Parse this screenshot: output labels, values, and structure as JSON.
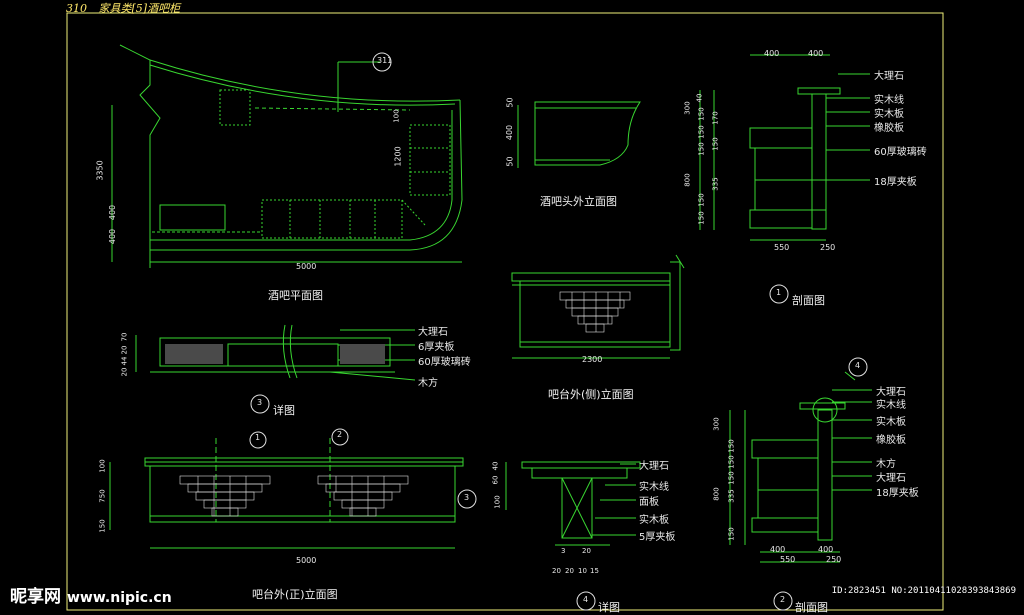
{
  "header": {
    "page_number": "310",
    "title": "家具类[5]酒吧柜"
  },
  "colors": {
    "line": "#39d631",
    "frame": "#f0f07a",
    "cyan": "#4fd6d6",
    "text": "#e8e8e8"
  },
  "views": {
    "plan": {
      "title": "酒吧平面图",
      "dim_total": "5000",
      "dims_left": [
        "3350",
        "400",
        "400"
      ],
      "dims_right": [
        "1200"
      ],
      "callout": "311",
      "callout_small": "100"
    },
    "bar_head": {
      "title": "酒吧头外立面图",
      "dims": [
        "50",
        "400",
        "50"
      ]
    },
    "side_elev": {
      "title": "吧台外(侧)立面图",
      "dim": "2300"
    },
    "section1": {
      "title": "剖面图",
      "num": "1",
      "dims_top": [
        "400",
        "400"
      ],
      "dims_bottom": [
        "550",
        "250"
      ],
      "dims_left": [
        "300",
        "40",
        "150",
        "150",
        "150",
        "170",
        "150",
        "800",
        "335",
        "150",
        "150"
      ],
      "labels": [
        "大理石",
        "实木线",
        "实木板",
        "橡胶板",
        "60厚玻璃砖",
        "18厚夹板"
      ]
    },
    "detail3": {
      "title": "详图",
      "num": "3",
      "dims_left": [
        "70",
        "20",
        "44",
        "20"
      ],
      "labels": [
        "大理石",
        "6厚夹板",
        "60厚玻璃砖",
        "木方"
      ]
    },
    "front_elev": {
      "title": "吧台外(正)立面图",
      "dim": "5000",
      "dims_left": [
        "100",
        "750",
        "150"
      ],
      "callouts": [
        "1",
        "2",
        "3"
      ]
    },
    "detail4": {
      "title": "详图",
      "num": "4",
      "dims_left": [
        "40",
        "60",
        "100"
      ],
      "dims_bottom": [
        "3",
        "20",
        "20",
        "20",
        "10",
        "15"
      ],
      "labels": [
        "大理石",
        "实木线",
        "面板",
        "实木板",
        "5厚夹板"
      ]
    },
    "section2": {
      "title": "剖面图",
      "num": "2",
      "dims_top": [],
      "dims_bottom": [
        "400",
        "400",
        "550",
        "250"
      ],
      "dims_left": [
        "300",
        "150",
        "150",
        "150",
        "800",
        "335",
        "150"
      ],
      "labels": [
        "大理石",
        "实木线",
        "实木板",
        "橡胶板",
        "木方",
        "大理石",
        "18厚夹板"
      ],
      "callout": "4"
    }
  },
  "watermark": {
    "brand": "昵享网",
    "url": "www.nipic.cn"
  },
  "image_id": "ID:2823451 NO:20110411028393843869"
}
